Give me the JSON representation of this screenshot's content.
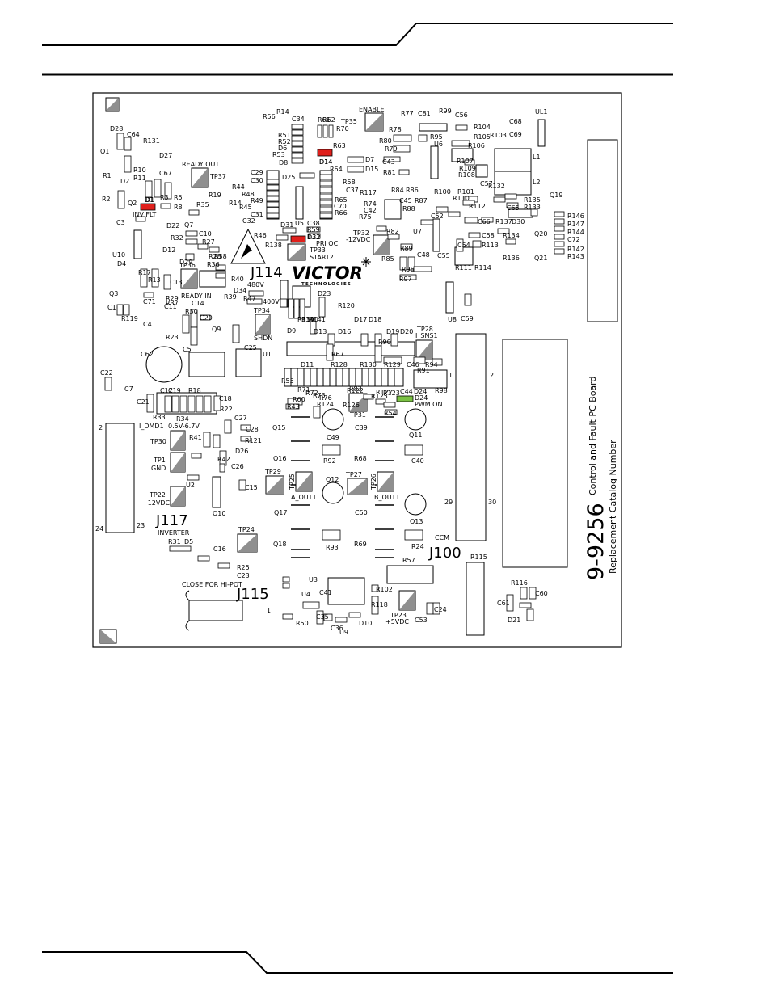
{
  "colors": {
    "board_outline": "#000000",
    "led_red": "#e0201c",
    "led_green": "#7ac143",
    "testpoint_gray": "#8f8f8f"
  },
  "board": {
    "part_number": "9-9256",
    "title_line": "Control and Fault PC Board",
    "subtitle_line": "Replacement Catalog Number",
    "logo": {
      "brand": "VICTOR",
      "tagline": "TECHNOLOGIES"
    }
  },
  "connectors": [
    {
      "id": "J114",
      "pins": []
    },
    {
      "id": "J117",
      "caption": "INVERTER",
      "pins": [
        "2",
        "24",
        "23"
      ]
    },
    {
      "id": "J115",
      "caption": "CLOSE FOR HI-POT",
      "pins": [
        "1"
      ]
    },
    {
      "id": "J100",
      "caption": "CCM",
      "pins": [
        "1",
        "2",
        "29",
        "30"
      ]
    }
  ],
  "test_points": [
    {
      "id": "TP35",
      "label": "ENABLE"
    },
    {
      "id": "TP37",
      "label": "READY OUT"
    },
    {
      "id": "TP36",
      "label": "READY IN"
    },
    {
      "id": "TP33",
      "label": "START2"
    },
    {
      "id": "TP32",
      "label": "-12VDC"
    },
    {
      "id": "TP34",
      "label": "SHDN"
    },
    {
      "id": "TP28",
      "label": "I_SNS1"
    },
    {
      "id": "TP31",
      "label": ""
    },
    {
      "id": "TP30",
      "label": "I_DMD1"
    },
    {
      "id": "TP1",
      "label": "GND"
    },
    {
      "id": "TP22",
      "label": "+12VDC"
    },
    {
      "id": "TP29",
      "label": ""
    },
    {
      "id": "TP25",
      "label": "A_OUT1"
    },
    {
      "id": "TP27",
      "label": ""
    },
    {
      "id": "TP26",
      "label": "B_OUT1"
    },
    {
      "id": "TP24",
      "label": ""
    },
    {
      "id": "TP23",
      "label": "+5VDC"
    }
  ],
  "leds": [
    {
      "id": "D1",
      "label": "INV FLT",
      "color": "red"
    },
    {
      "id": "D14",
      "label": "",
      "color": "red"
    },
    {
      "id": "D32",
      "label": "PRI OC",
      "color": "red"
    },
    {
      "id": "D24",
      "label": "PWM ON",
      "color": "green"
    }
  ],
  "annotations": {
    "v480": "480V",
    "v400": "400V",
    "range": "0.5V-6.7V"
  },
  "designators": [
    "R56",
    "R14",
    "C34",
    "R61",
    "R62",
    "R70",
    "R77",
    "C81",
    "R99",
    "C56",
    "UL1",
    "C68",
    "C69",
    "D28",
    "C64",
    "R131",
    "D27",
    "Q1",
    "R10",
    "D2",
    "R1",
    "R11",
    "C67",
    "Q2",
    "D1",
    "R3",
    "R5",
    "R8",
    "R2",
    "R35",
    "R19",
    "R14",
    "C3",
    "D22",
    "Q7",
    "R32",
    "C10",
    "R27",
    "D12",
    "D29",
    "R28",
    "R38",
    "R36",
    "C13",
    "R37",
    "R40",
    "U10",
    "D4",
    "R17",
    "R13",
    "Q3",
    "C71",
    "C11",
    "C14",
    "R39",
    "R29",
    "R30",
    "C1",
    "R119",
    "C4",
    "R23",
    "C20",
    "Q9",
    "D34",
    "R47",
    "R51",
    "R52",
    "D6",
    "R53",
    "D8",
    "R63",
    "D14",
    "D7",
    "D15",
    "C29",
    "C30",
    "R44",
    "R48",
    "R49",
    "R45",
    "C31",
    "C32",
    "D25",
    "R64",
    "R58",
    "C37",
    "R117",
    "R65",
    "C70",
    "R66",
    "R46",
    "D31",
    "U5",
    "C38",
    "R59",
    "D32",
    "R138",
    "R78",
    "R95",
    "U6",
    "R80",
    "R79",
    "C43",
    "R81",
    "R104",
    "R105",
    "R106",
    "R107",
    "R109",
    "R108",
    "R132",
    "C57",
    "R103",
    "C65",
    "L1",
    "L2",
    "R84",
    "R86",
    "R100",
    "R101",
    "C45",
    "R87",
    "R88",
    "R74",
    "C42",
    "R75",
    "R82",
    "U7",
    "R89",
    "R85",
    "C48",
    "R96",
    "R97",
    "C52",
    "R110",
    "R112",
    "C66",
    "R135",
    "R133",
    "Q19",
    "R146",
    "R147",
    "R144",
    "C72",
    "R142",
    "R143",
    "R137",
    "D30",
    "C58",
    "R134",
    "R113",
    "Q20",
    "Q21",
    "R136",
    "C54",
    "C55",
    "R111",
    "R114",
    "U8",
    "C59",
    "R139",
    "R140",
    "R141",
    "D23",
    "R120",
    "D9",
    "D13",
    "D16",
    "D17",
    "D18",
    "D19",
    "D20",
    "R67",
    "R90",
    "D11",
    "R128",
    "R130",
    "R129",
    "C46",
    "R94",
    "R91",
    "R98",
    "C44",
    "D24",
    "R55",
    "R60",
    "R71",
    "R72",
    "R73",
    "R76",
    "R124",
    "R126",
    "R122",
    "R125",
    "R127",
    "R123",
    "R83",
    "R54",
    "R43",
    "C25",
    "U1",
    "C5",
    "C62",
    "C22",
    "C7",
    "C12",
    "C19",
    "R18",
    "C21",
    "C18",
    "R22",
    "R33",
    "R34",
    "R41",
    "C27",
    "C28",
    "R121",
    "R42",
    "D26",
    "C26",
    "C15",
    "U2",
    "Q10",
    "Q15",
    "C39",
    "C49",
    "Q11",
    "Q16",
    "R68",
    "R92",
    "C40",
    "Q12",
    "Q17",
    "C50",
    "Q13",
    "Q18",
    "R69",
    "R93",
    "R24",
    "R31",
    "D5",
    "C16",
    "R25",
    "C23",
    "U3",
    "U4",
    "C41",
    "R102",
    "R57",
    "R118",
    "C53",
    "C24",
    "R50",
    "C35",
    "C36",
    "D10",
    "U9",
    "R115",
    "R116",
    "C60",
    "C61",
    "D21"
  ]
}
